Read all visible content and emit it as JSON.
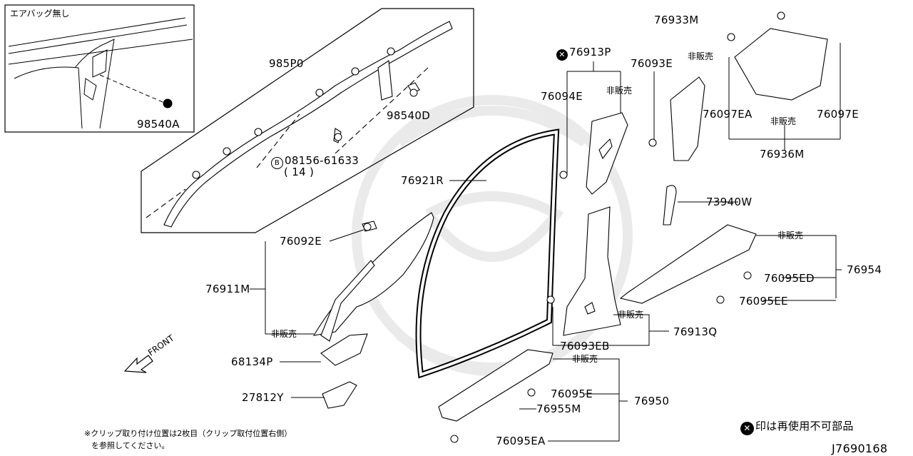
{
  "inset": {
    "title": "エアバッグ無し",
    "part": "98540A"
  },
  "parts": {
    "p985P0": "985P0",
    "p98540D": "98540D",
    "bolt_num": "08156-61633",
    "bolt_qty": "( 14 )",
    "bolt_mark": "B",
    "p76921R": "76921R",
    "p76092E": "76092E",
    "p76911M": "76911M",
    "p68134P": "68134P",
    "p27812Y": "27812Y",
    "p76913P": "76913P",
    "p76094E": "76094E",
    "p76933M": "76933M",
    "p76093E": "76093E",
    "p76097EA": "76097EA",
    "p76097E": "76097E",
    "p76936M": "76936M",
    "p73940W": "73940W",
    "p76095ED": "76095ED",
    "p76095EE": "76095EE",
    "p76954": "76954",
    "p76913Q": "76913Q",
    "p76093EB": "76093EB",
    "p76095E": "76095E",
    "p76955M": "76955M",
    "p76950": "76950",
    "p76095EA": "76095EA"
  },
  "not_for_sale": "非販売",
  "front_label": "FRONT",
  "legend": {
    "mark": "✕",
    "text": "印は再使用不可部品"
  },
  "footnote": {
    "line1": "※クリップ取り付け位置は2枚目（クリップ取付位置右側）",
    "line2": "を参照してください。"
  },
  "diagram_id": "J7690168"
}
